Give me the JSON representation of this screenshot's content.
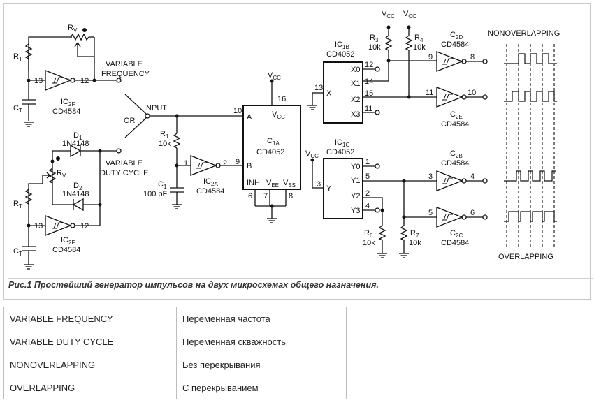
{
  "schematic": {
    "labels": {
      "variable_frequency_1": "VARIABLE",
      "variable_frequency_2": "FREQUENCY",
      "variable_duty_1": "VARIABLE",
      "variable_duty_2": "DUTY CYCLE",
      "or": "OR",
      "input": "INPUT",
      "nonoverlapping": "NONOVERLAPPING",
      "overlapping": "OVERLAPPING",
      "vcc": "V",
      "vcc_sub": "CC",
      "pf": "100 pF",
      "k10": "10k"
    },
    "parts": {
      "rt": "R",
      "rt_sub": "T",
      "ct": "C",
      "ct_sub": "T",
      "rv": "R",
      "rv_sub": "V",
      "r1": "R",
      "r1_sub": "1",
      "c1": "C",
      "c1_sub": "1",
      "r3": "R",
      "r3_sub": "3",
      "r4": "R",
      "r4_sub": "4",
      "r6": "R",
      "r6_sub": "6",
      "r7": "R",
      "r7_sub": "7",
      "d1": "D",
      "d1_sub": "1",
      "d2": "D",
      "d2_sub": "2",
      "diode": "1N4148",
      "ic2f": "IC",
      "ic2f_sub": "2F",
      "ic2a": "IC",
      "ic2a_sub": "2A",
      "ic2d": "IC",
      "ic2d_sub": "2D",
      "ic2e": "IC",
      "ic2e_sub": "2E",
      "ic2b": "IC",
      "ic2b_sub": "2B",
      "ic2c": "IC",
      "ic2c_sub": "2C",
      "ic1a": "IC",
      "ic1a_sub": "1A",
      "ic1b": "IC",
      "ic1b_sub": "1B",
      "ic1c": "IC",
      "ic1c_sub": "1C",
      "cd4584": "CD4584",
      "cd4052": "CD4052"
    },
    "pins": {
      "p12": "12",
      "p13": "13",
      "p1": "1",
      "p2": "2",
      "p3": "3",
      "p4": "4",
      "p5": "5",
      "p6": "6",
      "p7": "7",
      "p8": "8",
      "p9": "9",
      "p10": "10",
      "p11": "11",
      "p14": "14",
      "p15": "15",
      "p16": "16",
      "A": "A",
      "B": "B",
      "X": "X",
      "Y": "Y",
      "X0": "X0",
      "X1": "X1",
      "X2": "X2",
      "X3": "X3",
      "Y0": "Y0",
      "Y1": "Y1",
      "Y2": "Y2",
      "Y3": "Y3",
      "inh": "INH",
      "vee": "V",
      "vee_sub": "EE",
      "vss": "V",
      "vss_sub": "SS"
    }
  },
  "caption": "Рис.1 Простейший генератор импульсов на двух микросхемах общего назначения.",
  "legend": [
    {
      "term": "VARIABLE FREQUENCY",
      "translation": "Переменная частота"
    },
    {
      "term": "VARIABLE DUTY CYCLE",
      "translation": "Переменная скважность"
    },
    {
      "term": "NONOVERLAPPING",
      "translation": "Без перекрывания"
    },
    {
      "term": "OVERLAPPING",
      "translation": "С перекрыванием"
    }
  ]
}
